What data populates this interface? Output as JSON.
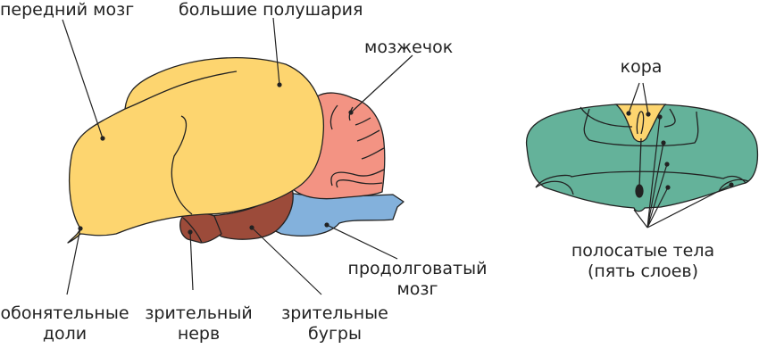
{
  "labels": {
    "forebrain": "передний мозг",
    "hemispheres": "большие полушария",
    "cerebellum": "мозжечок",
    "olfactory_1": "обонятельные",
    "olfactory_2": "доли",
    "optic_nerve_1": "зрительный",
    "optic_nerve_2": "нерв",
    "optic_lobes_1": "зрительные",
    "optic_lobes_2": "бугры",
    "medulla_1": "продолговатый",
    "medulla_2": "мозг",
    "cortex": "кора",
    "striatum_1": "полосатые тела",
    "striatum_2": "(пять слоев)"
  },
  "colors": {
    "hemispheres": "#fdd56f",
    "cerebellum": "#f39383",
    "optic_lobes": "#9c4b3a",
    "medulla": "#83b1dc",
    "section": "#64b29a",
    "outline": "#222222"
  }
}
